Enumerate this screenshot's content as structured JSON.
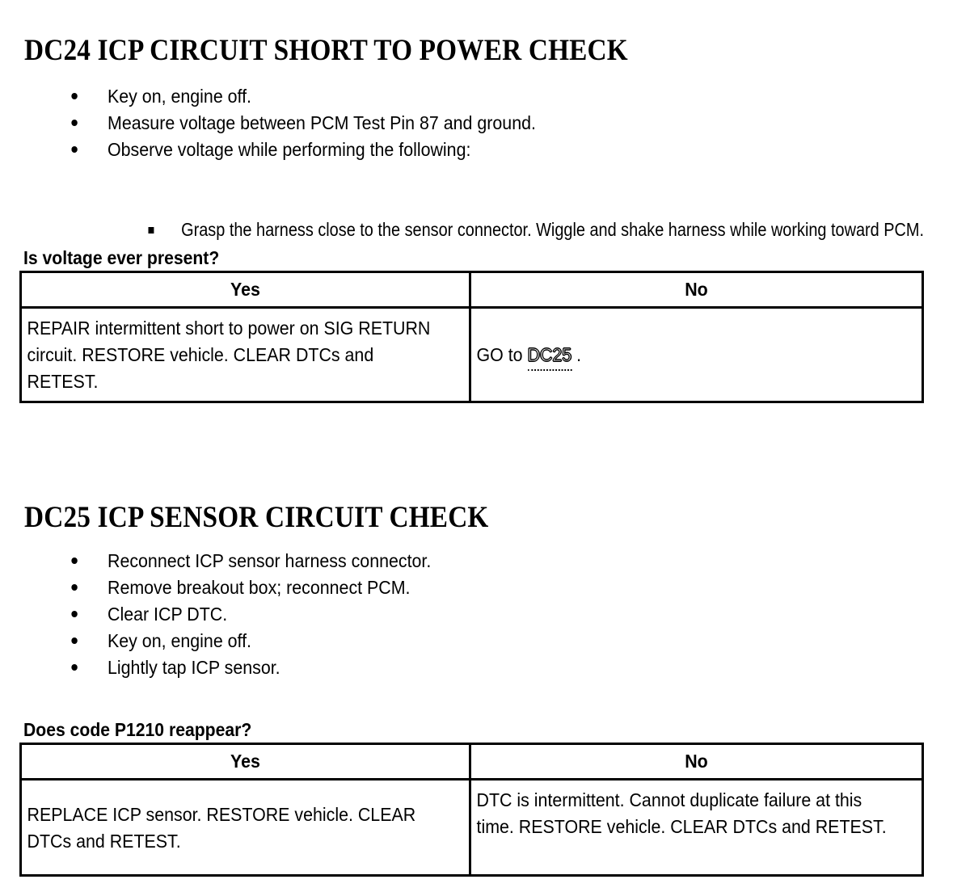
{
  "document": {
    "sections": [
      {
        "id": "dc24",
        "title": "DC24 ICP CIRCUIT SHORT TO POWER CHECK",
        "steps": [
          "Key on, engine off.",
          "Measure voltage between PCM Test Pin 87 and ground.",
          "Observe voltage while performing the following:"
        ],
        "substeps": [
          "Grasp the harness close to the sensor connector. Wiggle and shake harness while working toward PCM."
        ],
        "question": "Is voltage ever present?",
        "table": {
          "headers": [
            "Yes",
            "No"
          ],
          "yes_answer": "REPAIR intermittent short to power on SIG RETURN circuit. RESTORE vehicle. CLEAR DTCs and RETEST.",
          "no_answer_prefix": "GO to ",
          "no_answer_link": "DC25",
          "no_answer_suffix": " ."
        }
      },
      {
        "id": "dc25",
        "title": "DC25 ICP SENSOR CIRCUIT CHECK",
        "steps": [
          "Reconnect ICP sensor harness connector.",
          "Remove breakout box; reconnect PCM.",
          "Clear ICP DTC.",
          "Key on, engine off.",
          "Lightly tap ICP sensor."
        ],
        "substeps": [],
        "question": "Does code P1210 reappear?",
        "table": {
          "headers": [
            "Yes",
            "No"
          ],
          "yes_answer": "REPLACE ICP sensor. RESTORE vehicle. CLEAR DTCs and RETEST.",
          "no_answer": "DTC is intermittent. Cannot duplicate failure at this time. RESTORE vehicle. CLEAR DTCs and RETEST."
        }
      }
    ],
    "colors": {
      "text": "#000000",
      "background": "#ffffff",
      "rule": "#000000"
    }
  }
}
